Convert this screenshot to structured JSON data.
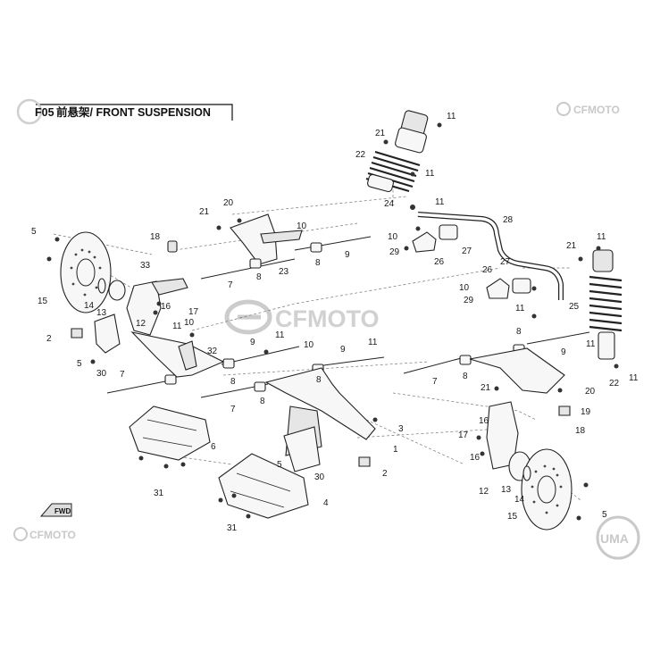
{
  "header": {
    "title_code": "F05",
    "title_text": "前悬架/ FRONT SUSPENSION"
  },
  "watermarks": {
    "brand_small": "CFMOTO",
    "brand_large": "CFMOTO",
    "brand_corner": "UMA"
  },
  "fwd_label": "FWD",
  "callouts": {
    "c01": "11",
    "c02": "21",
    "c03": "22",
    "c04": "11",
    "c05": "20",
    "c06": "21",
    "c07": "10",
    "c08": "24",
    "c09": "11",
    "c10": "28",
    "c11": "18",
    "c12": "10",
    "c13": "29",
    "c14": "26",
    "c15": "27",
    "c16": "5",
    "c17": "33",
    "c18": "7",
    "c19": "8",
    "c20": "23",
    "c21": "8",
    "c22": "9",
    "c23": "15",
    "c24": "16",
    "c25": "17",
    "c26": "14",
    "c27": "13",
    "c28": "2",
    "c29": "5",
    "c30": "30",
    "c31": "11",
    "c32": "10",
    "c33": "32",
    "c34": "12",
    "c35": "9",
    "c36": "11",
    "c37": "10",
    "c38": "9",
    "c39": "11",
    "c40": "7",
    "c41": "8",
    "c42": "8",
    "c43": "7",
    "c44": "8",
    "c45": "21",
    "c46": "11",
    "c47": "26",
    "c48": "27",
    "c49": "10",
    "c50": "29",
    "c51": "11",
    "c52": "25",
    "c53": "8",
    "c54": "9",
    "c55": "11",
    "c56": "7",
    "c57": "8",
    "c58": "21",
    "c59": "20",
    "c60": "19",
    "c61": "22",
    "c62": "11",
    "c63": "6",
    "c64": "31",
    "c65": "3",
    "c66": "1",
    "c67": "5",
    "c68": "30",
    "c69": "2",
    "c70": "4",
    "c71": "31",
    "c72": "16",
    "c73": "17",
    "c74": "16",
    "c75": "18",
    "c76": "12",
    "c77": "13",
    "c78": "14",
    "c79": "15",
    "c80": "5"
  }
}
